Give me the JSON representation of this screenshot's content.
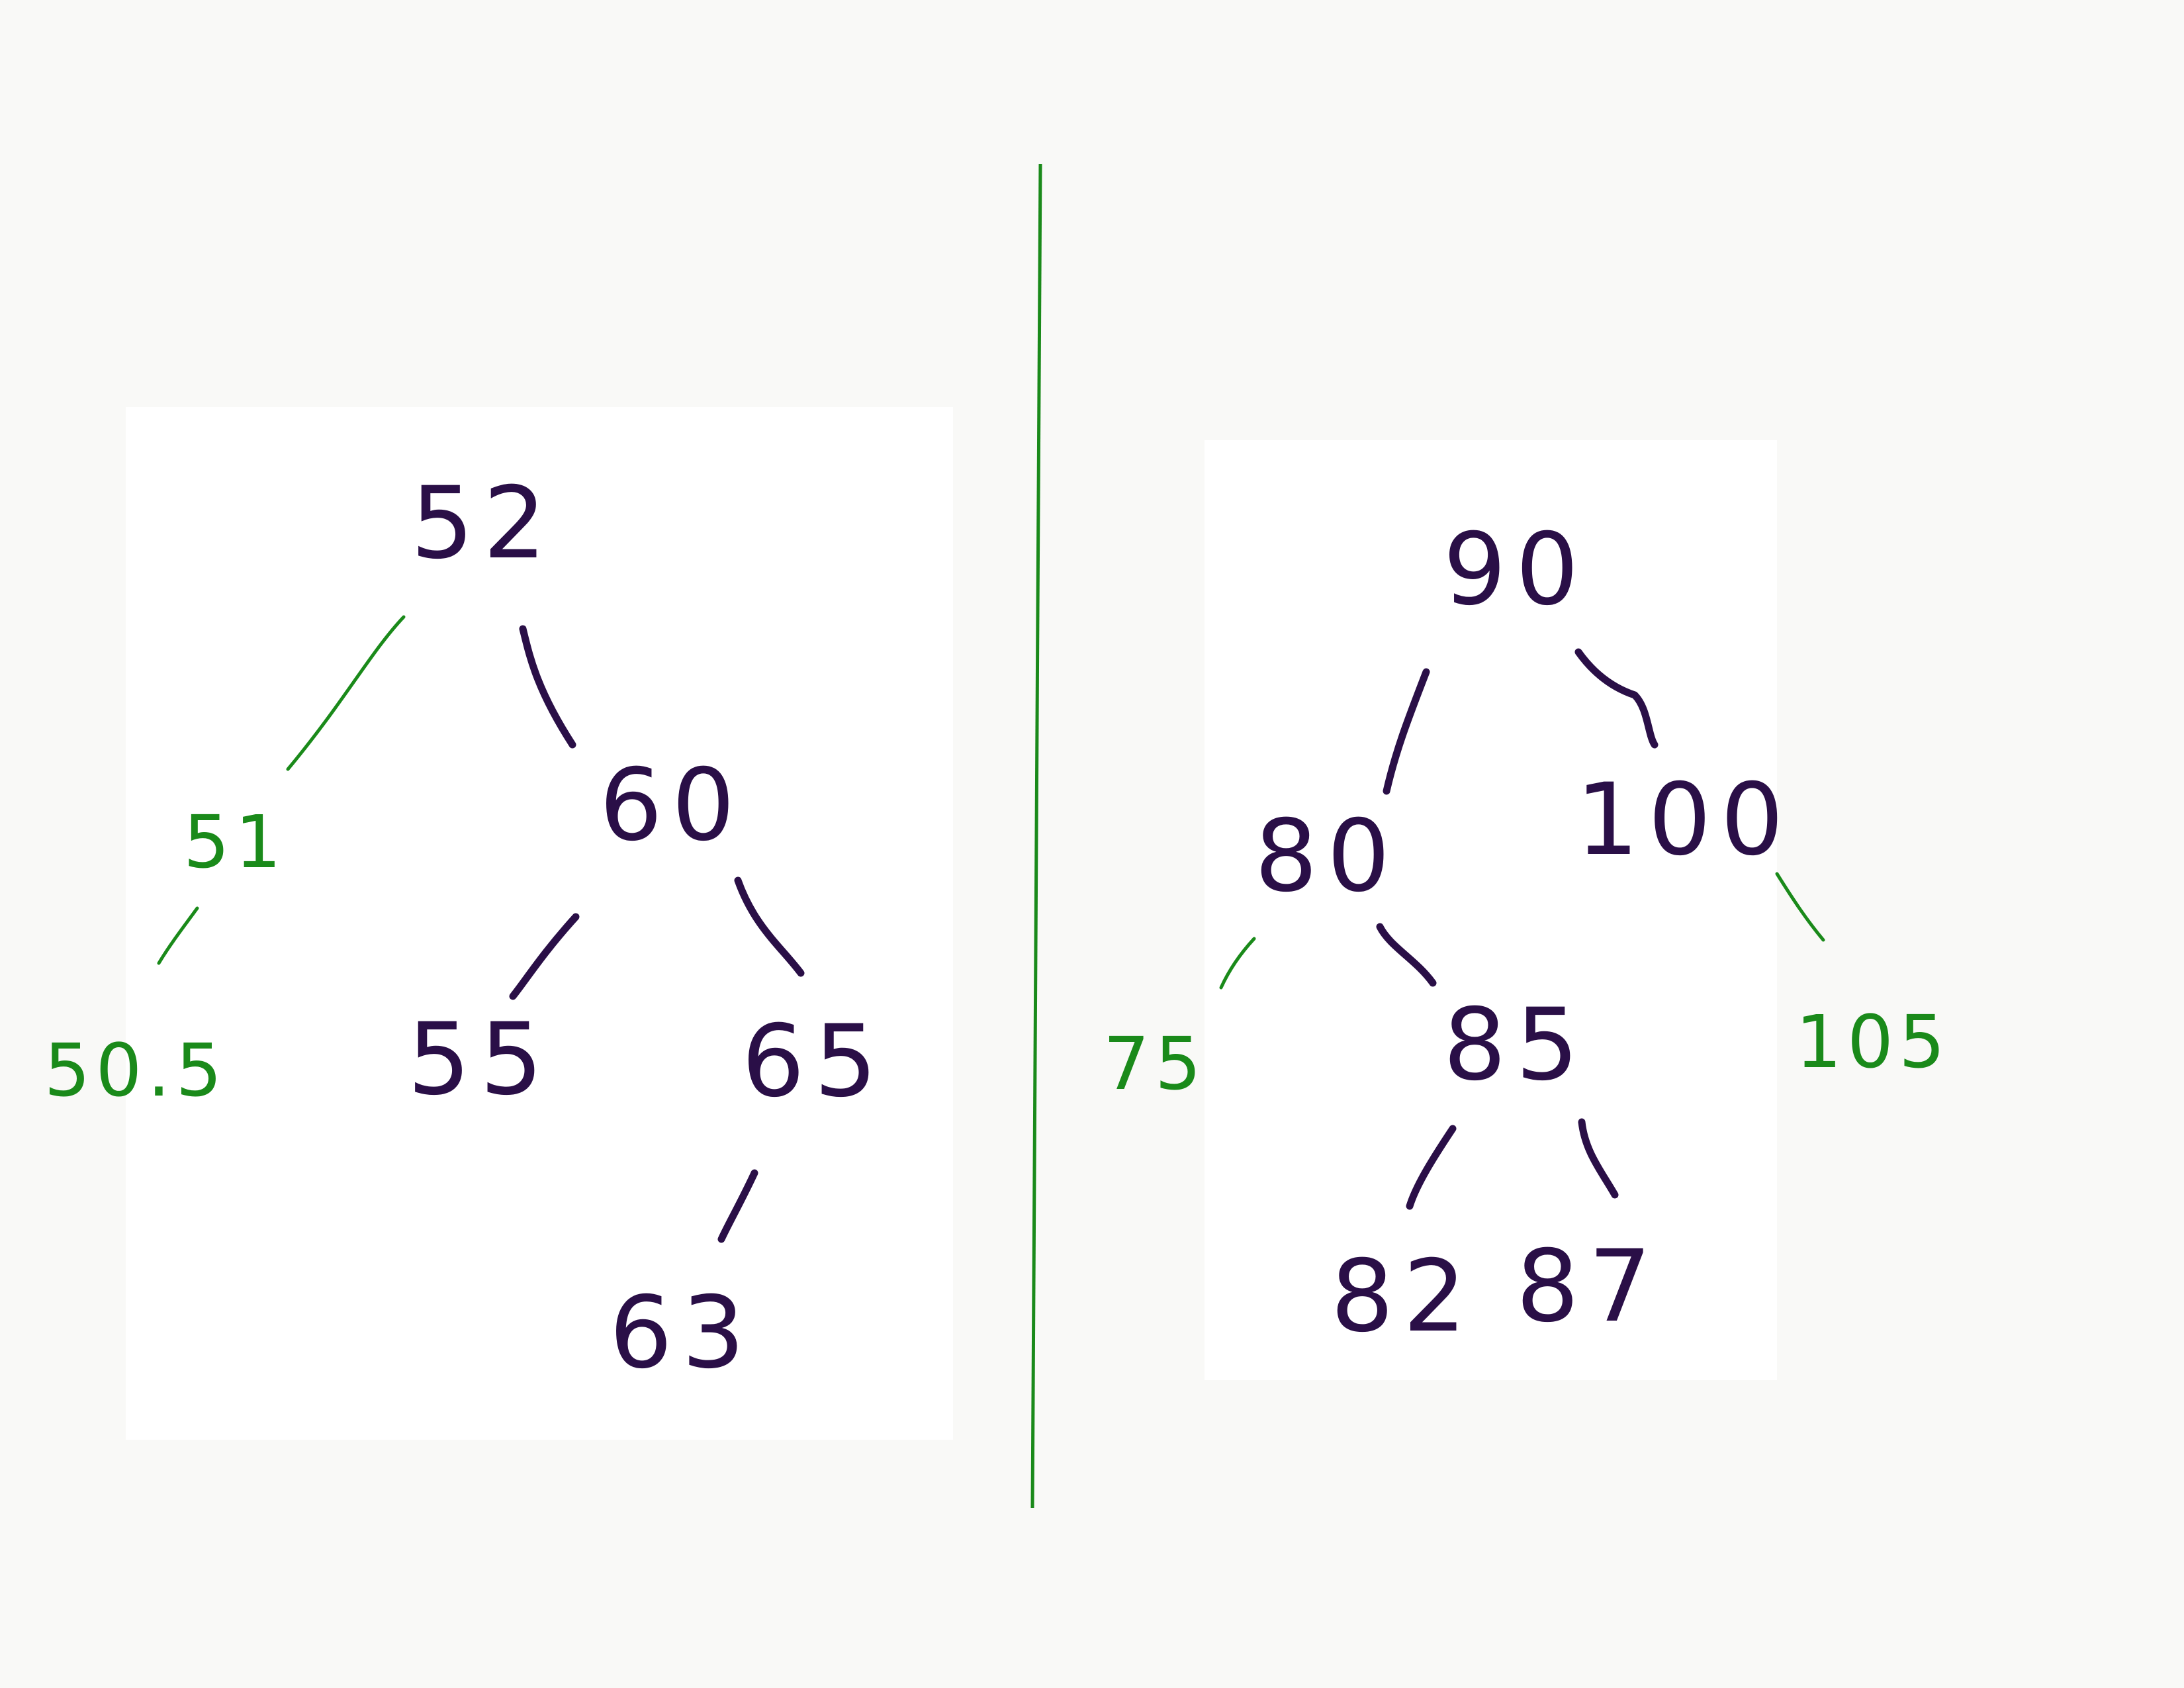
{
  "colors": {
    "background": "#f9f9f7",
    "panel": "#ffffff",
    "ink_main": "#2a0f47",
    "ink_added": "#1a8a1a"
  },
  "left_tree": {
    "nodes": {
      "n52": "52",
      "n60": "60",
      "n55": "55",
      "n65": "65",
      "n63": "63"
    },
    "added_nodes": {
      "n51": "51",
      "n50_5": "50.5"
    }
  },
  "right_tree": {
    "nodes": {
      "n90": "90",
      "n80": "80",
      "n100": "100",
      "n85": "85",
      "n82": "82",
      "n87": "87"
    },
    "added_nodes": {
      "n75": "75",
      "n105": "105"
    }
  }
}
